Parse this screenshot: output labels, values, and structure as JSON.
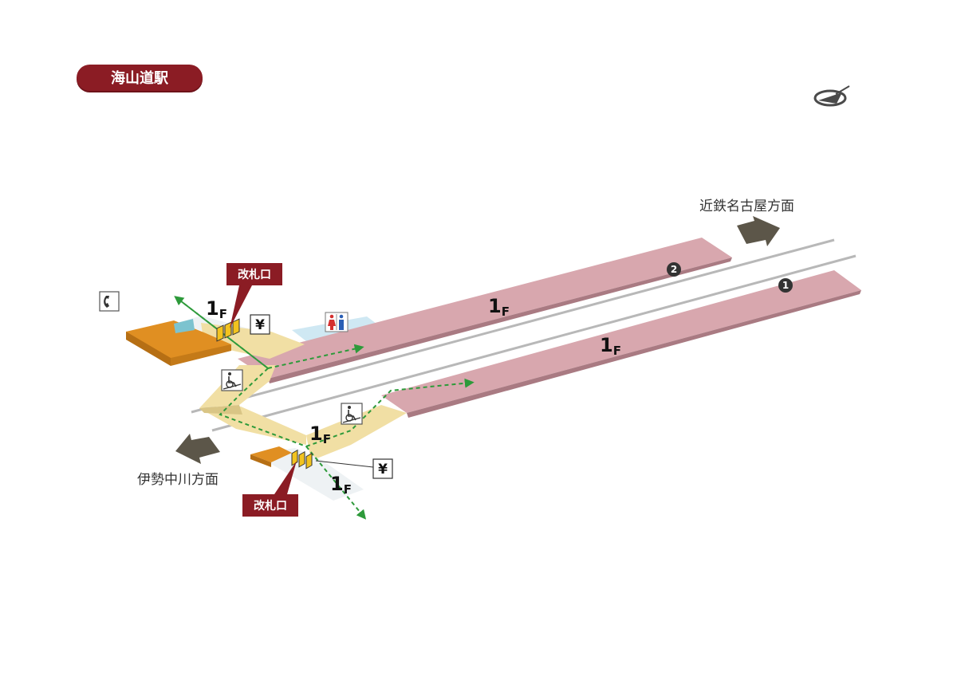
{
  "station": {
    "name": "海山道駅"
  },
  "directions": {
    "nagoya": "近鉄名古屋方面",
    "ise": "伊勢中川方面"
  },
  "floors": {
    "north_ticket": "1",
    "north_platform": "1",
    "south_platform": "1",
    "concourse": "1",
    "south_ticket": "1",
    "suffix": "F"
  },
  "gates": {
    "north": "改札口",
    "south": "改札口"
  },
  "platforms": {
    "p1": "1",
    "p2": "2"
  },
  "icons": {
    "yen_symbol": "¥",
    "compass": "north-arrow-icon",
    "telephone": "telephone-icon",
    "toilet": "toilet-icon",
    "wheelchair": "wheelchair-icon",
    "ticket_machine": "ticket-machine-icon"
  },
  "colors": {
    "title_bg": "#8b1c24",
    "platform": "#d8a7ae",
    "concourse": "#f1dfa4",
    "office": "#e08f22",
    "route": "#2d9a3a",
    "arrow": "#5c5649",
    "gate_icon": "#f2c31f"
  }
}
